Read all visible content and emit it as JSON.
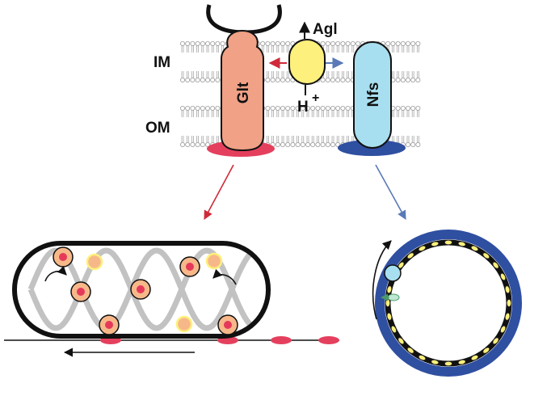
{
  "labels": {
    "im": "IM",
    "om": "OM",
    "glt": "Glt",
    "nfs": "Nfs",
    "agl": "Agl",
    "proton_base": "H",
    "proton_charge": "+"
  },
  "colors": {
    "glt_body": "#f0a186",
    "glt_base": "#e4405e",
    "agl_body": "#fdf07c",
    "nfs_body": "#a8dff0",
    "nfs_base": "#2f4fa1",
    "red_arrow": "#cf2a3a",
    "blue_arrow": "#5a79b8",
    "helix": "#c2c2c2",
    "lipid_stroke": "#9a9a9a",
    "cell_outline": "#111111",
    "focal_outer": "#f7b889",
    "focal_inner": "#e5395a",
    "small_dot": "#fdf07c"
  },
  "icons": {
    "membrane": "lipid-bilayer",
    "rotation": "curved-arrow"
  }
}
